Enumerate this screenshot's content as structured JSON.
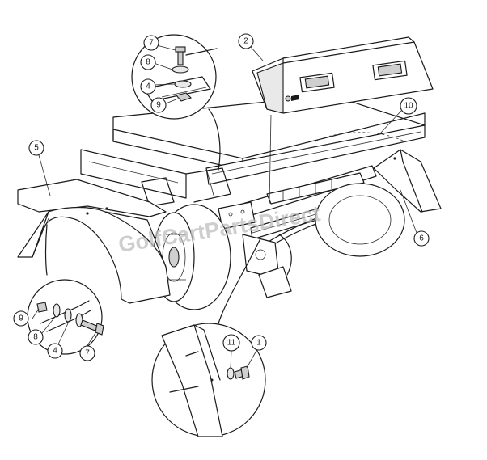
{
  "callouts": [
    {
      "id": "c-7-top",
      "label": "7"
    },
    {
      "id": "c-8-top",
      "label": "8"
    },
    {
      "id": "c-4-top",
      "label": "4"
    },
    {
      "id": "c-9-top",
      "label": "9"
    },
    {
      "id": "c-2",
      "label": "2"
    },
    {
      "id": "c-10",
      "label": "10"
    },
    {
      "id": "c-5",
      "label": "5"
    },
    {
      "id": "c-6",
      "label": "6"
    },
    {
      "id": "c-9-left",
      "label": "9"
    },
    {
      "id": "c-8-left",
      "label": "8"
    },
    {
      "id": "c-4-left",
      "label": "4"
    },
    {
      "id": "c-7-left",
      "label": "7"
    },
    {
      "id": "c-11",
      "label": "11"
    },
    {
      "id": "c-1",
      "label": "1"
    }
  ],
  "watermark": "GolfCartPartsDirect"
}
